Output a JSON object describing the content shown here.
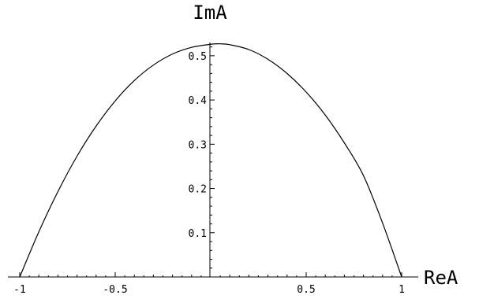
{
  "chart_data": {
    "type": "line",
    "xlabel": "ReA",
    "ylabel": "ImA",
    "xlim": [
      -1,
      1
    ],
    "ylim": [
      0,
      0.53
    ],
    "x_ticks": [
      {
        "value": -1,
        "label": "-1"
      },
      {
        "value": -0.5,
        "label": "-0.5"
      },
      {
        "value": 0.5,
        "label": "0.5"
      },
      {
        "value": 1,
        "label": "1"
      }
    ],
    "y_ticks": [
      {
        "value": 0.1,
        "label": "0.1"
      },
      {
        "value": 0.2,
        "label": "0.2"
      },
      {
        "value": 0.3,
        "label": "0.3"
      },
      {
        "value": 0.4,
        "label": "0.4"
      },
      {
        "value": 0.5,
        "label": "0.5"
      }
    ],
    "series": [
      {
        "x": [
          -1,
          -0.9,
          -0.8,
          -0.7,
          -0.6,
          -0.5,
          -0.4,
          -0.3,
          -0.2,
          -0.1,
          0,
          0.05,
          0.1,
          0.2,
          0.3,
          0.4,
          0.5,
          0.6,
          0.7,
          0.8,
          0.9,
          1
        ],
        "y": [
          0,
          0.102,
          0.193,
          0.273,
          0.341,
          0.398,
          0.444,
          0.479,
          0.504,
          0.519,
          0.526,
          0.527,
          0.525,
          0.514,
          0.492,
          0.46,
          0.418,
          0.366,
          0.303,
          0.229,
          0.122,
          0
        ]
      }
    ],
    "grid": false
  }
}
